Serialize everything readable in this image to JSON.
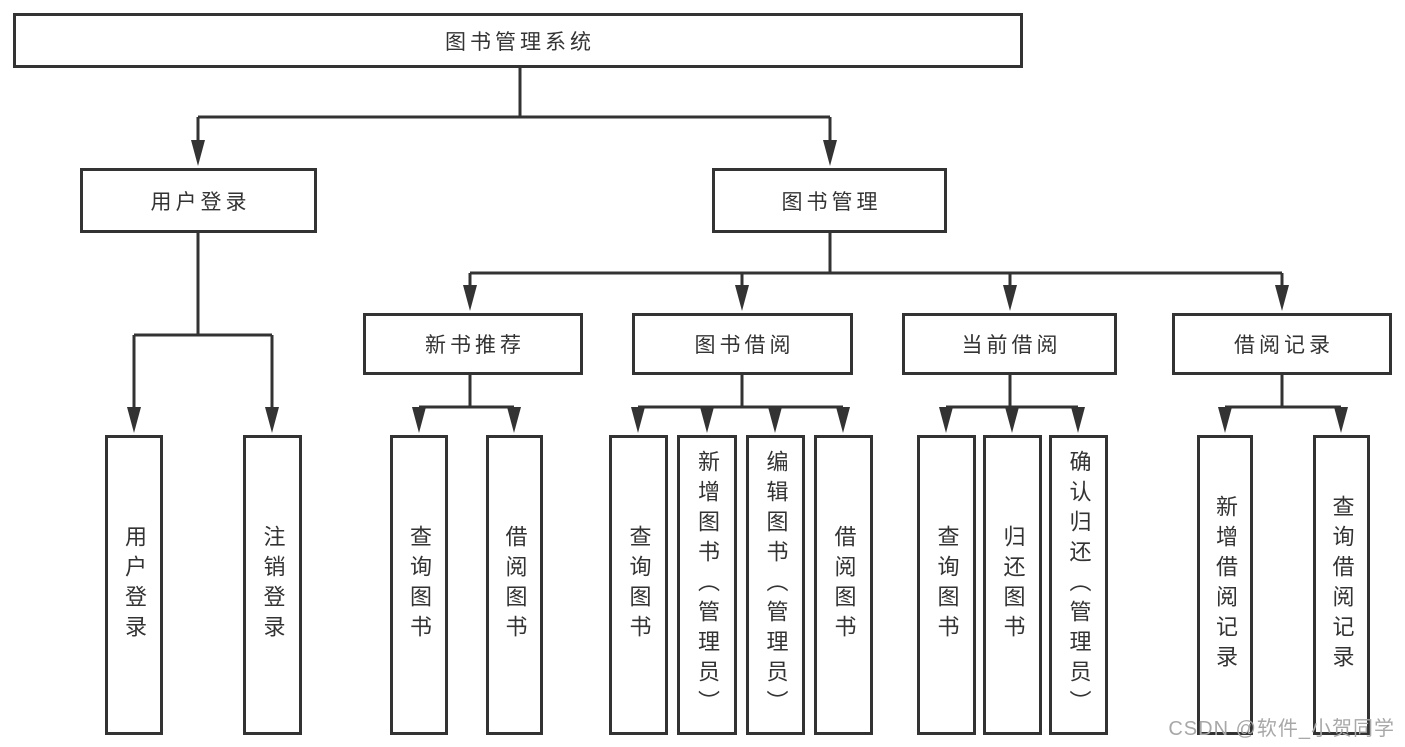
{
  "diagram_title": "图书管理系统",
  "nodes": {
    "root": "图书管理系统",
    "user_login": "用户登录",
    "book_mgmt": "图书管理",
    "new_book_rec": "新书推荐",
    "book_borrow": "图书借阅",
    "current_borrow": "当前借阅",
    "borrow_record": "借阅记录",
    "leaf_user_login": "用户登录",
    "leaf_logout": "注销登录",
    "leaf_nb_query": "查询图书",
    "leaf_nb_borrow": "借阅图书",
    "leaf_bb_query": "查询图书",
    "leaf_bb_add": "新增图书（管理员）",
    "leaf_bb_edit": "编辑图书（管理员）",
    "leaf_bb_borrow": "借阅图书",
    "leaf_cb_query": "查询图书",
    "leaf_cb_return": "归还图书",
    "leaf_cb_confirm": "确认归还（管理员）",
    "leaf_br_add": "新增借阅记录",
    "leaf_br_query": "查询借阅记录"
  },
  "hierarchy": {
    "图书管理系统": {
      "用户登录": [
        "用户登录",
        "注销登录"
      ],
      "图书管理": {
        "新书推荐": [
          "查询图书",
          "借阅图书"
        ],
        "图书借阅": [
          "查询图书",
          "新增图书（管理员）",
          "编辑图书（管理员）",
          "借阅图书"
        ],
        "当前借阅": [
          "查询图书",
          "归还图书",
          "确认归还（管理员）"
        ],
        "借阅记录": [
          "新增借阅记录",
          "查询借阅记录"
        ]
      }
    }
  },
  "watermark": {
    "text": "CSDN @软件_小贺同学"
  },
  "colors": {
    "line": "#333333",
    "text": "#333333",
    "box_background": "#ffffff",
    "watermark": "#a8a8a8",
    "background": "#ffffff"
  }
}
